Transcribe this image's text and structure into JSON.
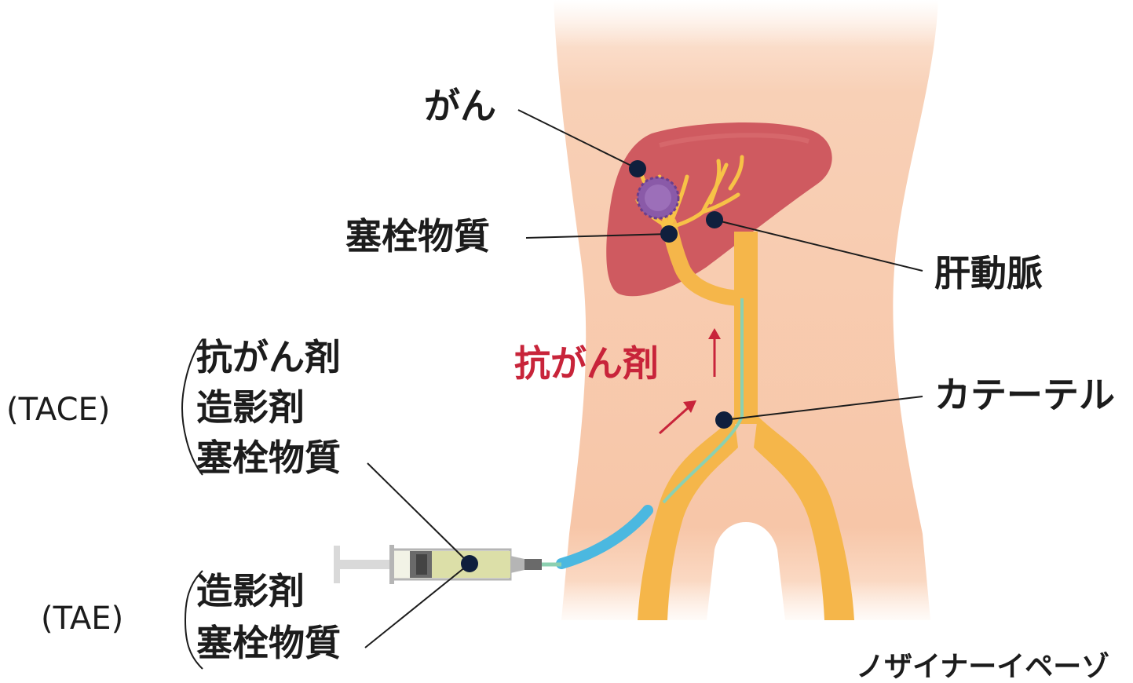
{
  "labels": {
    "gan": "がん",
    "embolic_top": "塞栓物質",
    "hepatic_artery": "肝動脈",
    "anticancer_arrow": "抗がん剤",
    "catheter": "カテーテル",
    "tace": "(TACE)",
    "tace_items": [
      "抗がん剤",
      "造影剤",
      "塞栓物質"
    ],
    "tae": "(TAE)",
    "tae_items": [
      "造影剤",
      "塞栓物質"
    ],
    "footer_partial": "ノザイナーイペーゾ"
  },
  "colors": {
    "skin": "#f6c9ad",
    "liver": "#c9545a",
    "artery": "#f5b64a",
    "tumor": "#8a5aa8",
    "marker": "#0f1f3d",
    "catheter_sheath": "#4bb8e0",
    "anticancer_red": "#c8243a"
  }
}
